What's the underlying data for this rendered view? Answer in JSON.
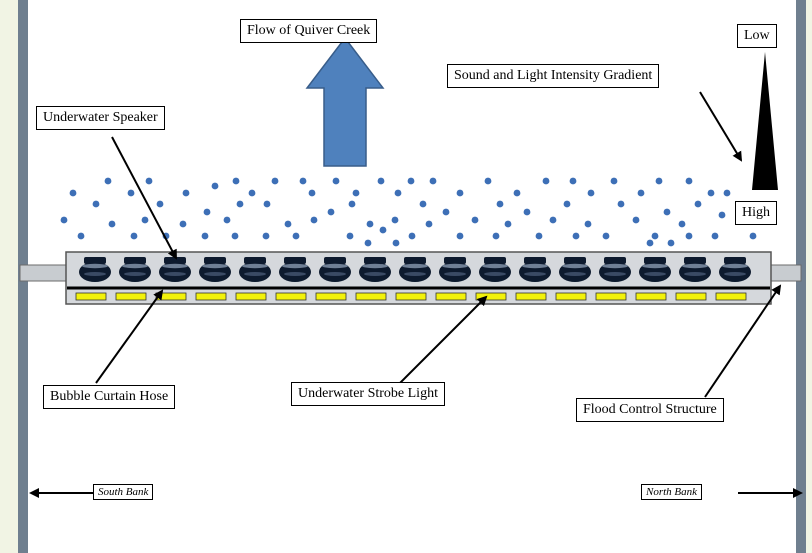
{
  "labels": {
    "flow": "Flow of Quiver Creek",
    "low": "Low",
    "gradient": "Sound and Light Intensity Gradient",
    "speaker": "Underwater Speaker",
    "high": "High",
    "hose": "Bubble Curtain Hose",
    "strobe": "Underwater Strobe Light",
    "flood": "Flood Control Structure",
    "south": "South Bank",
    "north": "North Bank"
  },
  "colors": {
    "background": "#f1f4e4",
    "panel": "#ffffff",
    "bank_bar": "#6f7f8f",
    "arrow_fill": "#4f81bd",
    "arrow_stroke": "#385d8a",
    "bubble": "#3d6fb6",
    "speaker": "#0d1a2e",
    "strobe": "#f2f20a",
    "structure": "#c8ccd0"
  },
  "icons": [
    "flow-arrow",
    "intensity-gradient-triangle",
    "bubble-dot",
    "speaker-icon",
    "strobe-light-icon"
  ]
}
